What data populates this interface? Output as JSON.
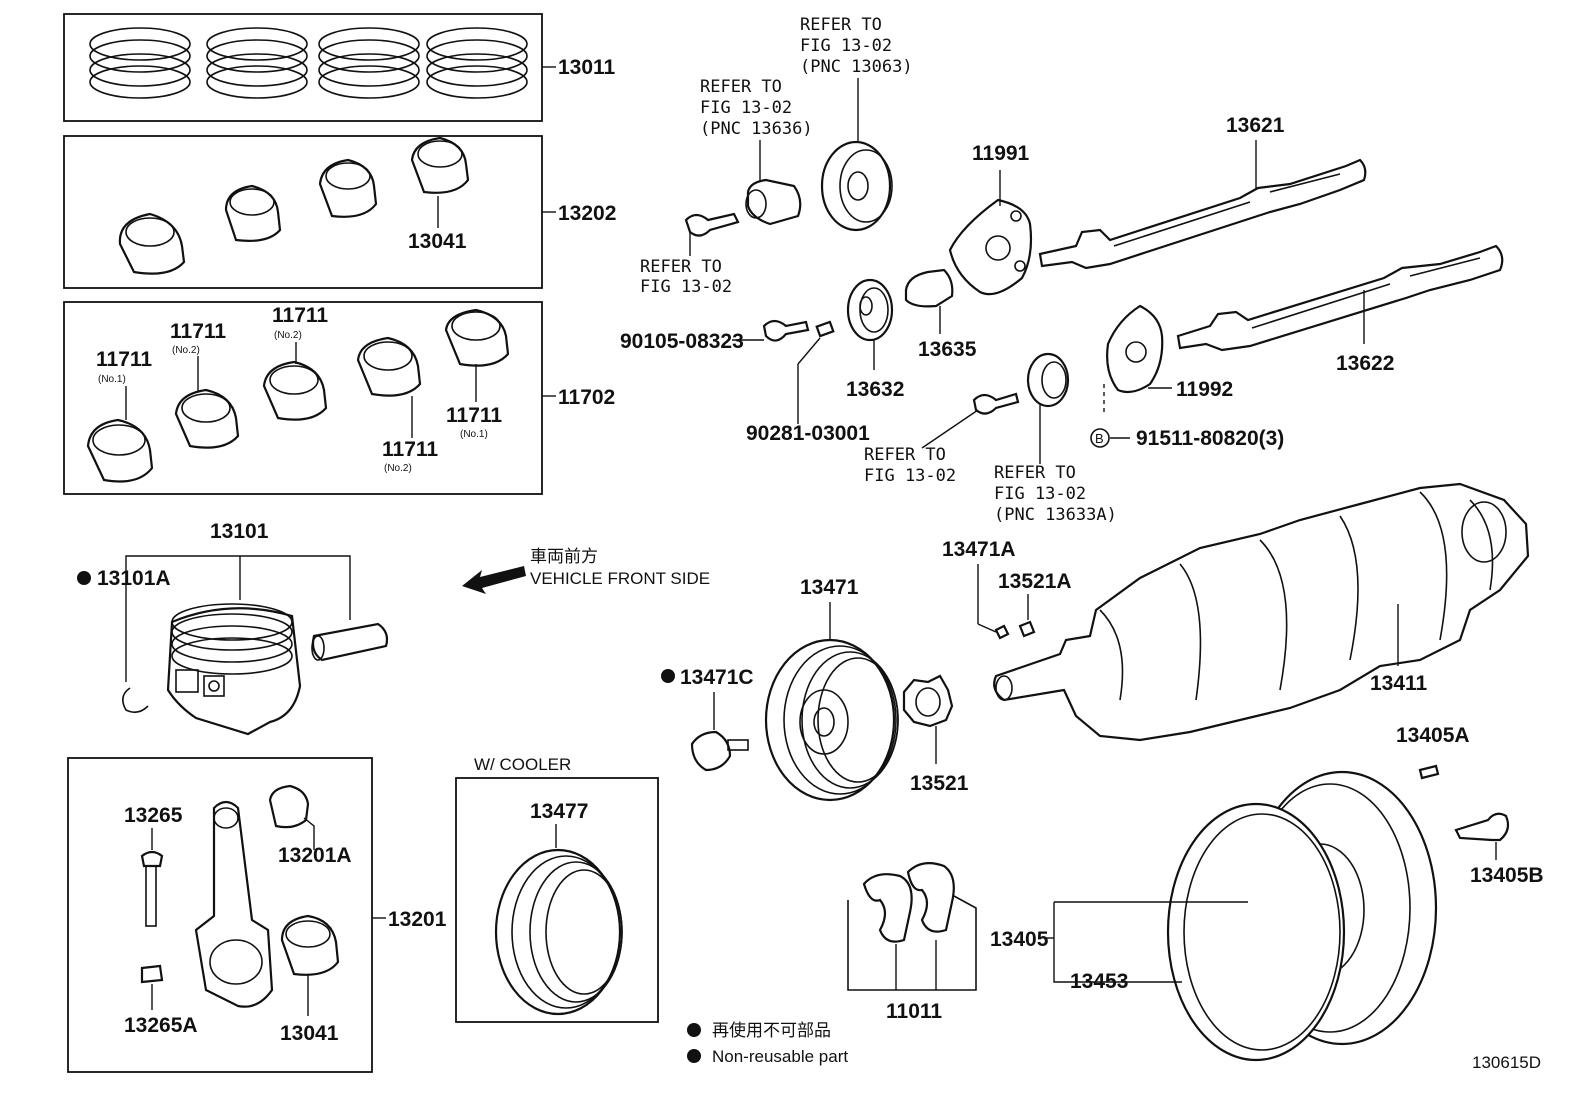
{
  "labels": {
    "p13011": "13011",
    "p13202": "13202",
    "p13041_a": "13041",
    "p11702": "11702",
    "p11711_no1_l": "11711",
    "p11711_no2_a": "11711",
    "p11711_no2_b": "11711",
    "p11711_no2_c": "11711",
    "p11711_no1_r": "11711",
    "p13101": "13101",
    "p13101A": "13101A",
    "p13265": "13265",
    "p13201A": "13201A",
    "p13201": "13201",
    "p13265A": "13265A",
    "p13041_b": "13041",
    "p13477": "13477",
    "p13471": "13471",
    "p13471C": "13471C",
    "p13521": "13521",
    "p13471A": "13471A",
    "p13521A": "13521A",
    "p13411": "13411",
    "p13405A": "13405A",
    "p13405B": "13405B",
    "p13405": "13405",
    "p13453": "13453",
    "p11011": "11011",
    "p13621": "13621",
    "p11991": "11991",
    "p13622": "13622",
    "p11992": "11992",
    "p13635": "13635",
    "p13632": "13632",
    "p90105": "90105-08323",
    "p90281": "90281-03001",
    "p91511": "91511-80820(3)",
    "b_marker": "B"
  },
  "sublabels": {
    "no1_l": "(No.1)",
    "no2_a": "(No.2)",
    "no2_b": "(No.2)",
    "no2_c": "(No.2)",
    "no1_r": "(No.1)"
  },
  "refs": {
    "r1": [
      "REFER TO",
      "FIG 13-02",
      "(PNC 13063)"
    ],
    "r2": [
      "REFER TO",
      "FIG 13-02",
      "(PNC 13636)"
    ],
    "r3": [
      "REFER TO",
      "FIG 13-02"
    ],
    "r4": [
      "REFER TO",
      "FIG 13-02"
    ],
    "r5": [
      "REFER TO",
      "FIG 13-02",
      "(PNC 13633A)"
    ]
  },
  "notes": {
    "front_jp": "車両前方",
    "front_en": "VEHICLE FRONT SIDE",
    "cooler": "W/ COOLER",
    "legend_jp": "再使用不可部品",
    "legend_en": "Non-reusable part",
    "fig_code": "130615D"
  }
}
